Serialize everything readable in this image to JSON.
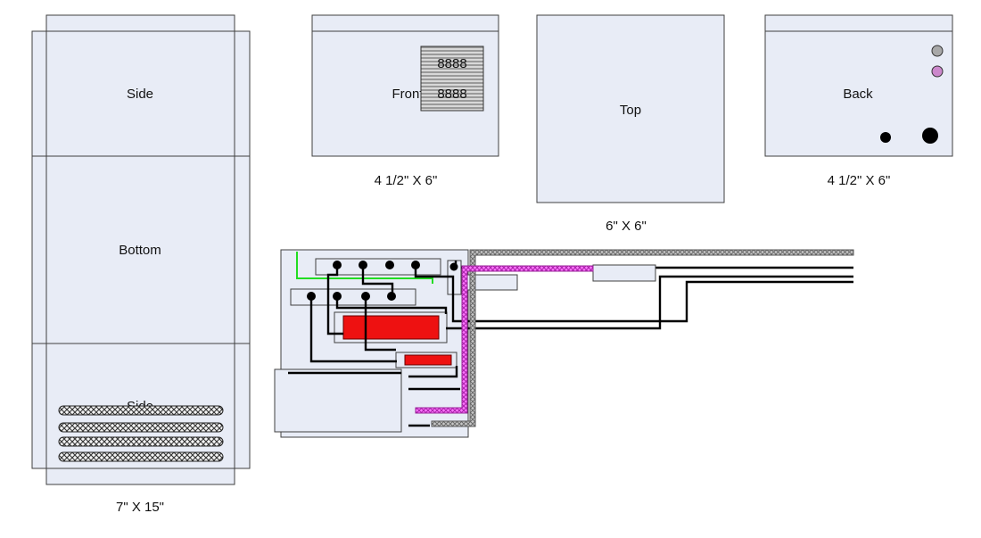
{
  "net": {
    "side_top": "Side",
    "bottom": "Bottom",
    "side_bottom": "Side",
    "dimension": "7\" X 15\""
  },
  "front": {
    "label": "Front",
    "display_line_1": "8888",
    "display_line_2": "8888",
    "dimension": "4 1/2\" X 6\""
  },
  "top_panel": {
    "label": "Top",
    "dimension": "6\" X 6\""
  },
  "back": {
    "label": "Back",
    "dimension": "4 1/2\" X 6\""
  },
  "colors": {
    "panel_fill": "#e8ecf6",
    "outline": "#404040",
    "heater_red": "#ee1111",
    "wire_green": "#22dd22",
    "cable_magenta": "#ff55ff",
    "cable_grey": "#a0a0a0",
    "led_grey": "#a8a8a8",
    "led_pink": "#cc88cc"
  }
}
